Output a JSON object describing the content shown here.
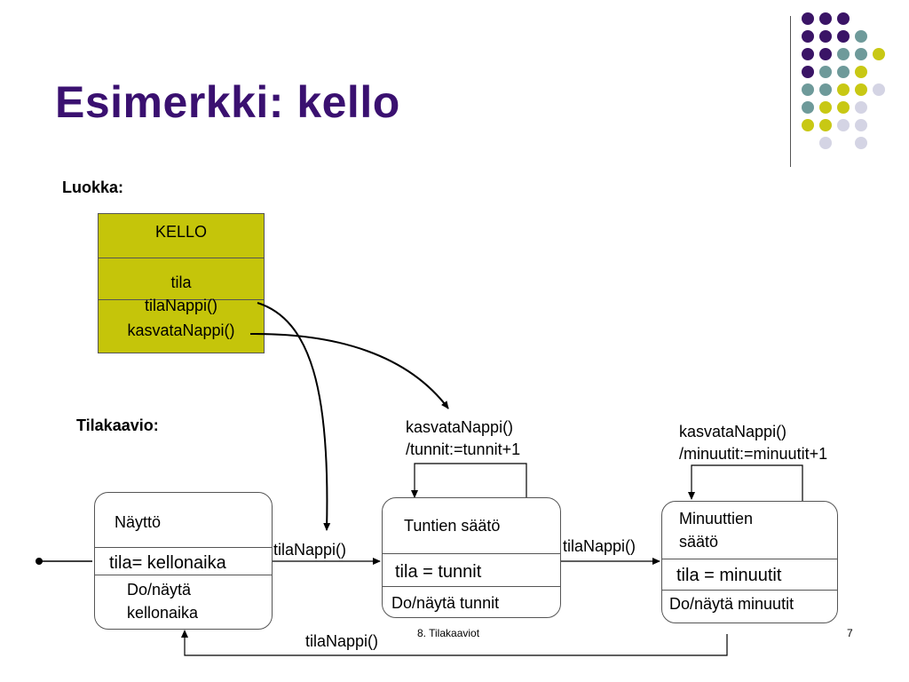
{
  "title": "Esimerkki: kello",
  "labels": {
    "luokka": "Luokka:",
    "tilakaavio": "Tilakaavio:"
  },
  "class_box": {
    "name": "KELLO",
    "attribute": "tila",
    "methods": [
      "tilaNappi()",
      "kasvataNappi()"
    ]
  },
  "states": {
    "naytto": {
      "name": "Näyttö",
      "variable": "tila= kellonaika",
      "action_lines": [
        "Do/näytä",
        "kellonaika"
      ]
    },
    "tunnit": {
      "name": "Tuntien säätö",
      "variable": "tila = tunnit",
      "action": "Do/näytä tunnit"
    },
    "minuutit": {
      "name_lines": [
        "Minuuttien",
        "säätö"
      ],
      "variable": "tila = minuutit",
      "action": "Do/näytä minuutit"
    }
  },
  "transitions": {
    "naytto_to_tunnit": "tilaNappi()",
    "tunnit_to_minuutit": "tilaNappi()",
    "minuutit_to_naytto": "tilaNappi()",
    "tunnit_self": [
      "kasvataNappi()",
      "/tunnit:=tunnit+1"
    ],
    "minuutit_self": [
      "kasvataNappi()",
      "/minuutit:=minuutit+1"
    ]
  },
  "footer": {
    "text": "8. Tilakaaviot",
    "page": "7"
  },
  "colors": {
    "title": "#3a1070",
    "class_fill": "#c5c50a",
    "purple": "#3a1466",
    "teal": "#6e9a9a",
    "olive": "#c8c814",
    "lavender": "#d4d4e4"
  }
}
